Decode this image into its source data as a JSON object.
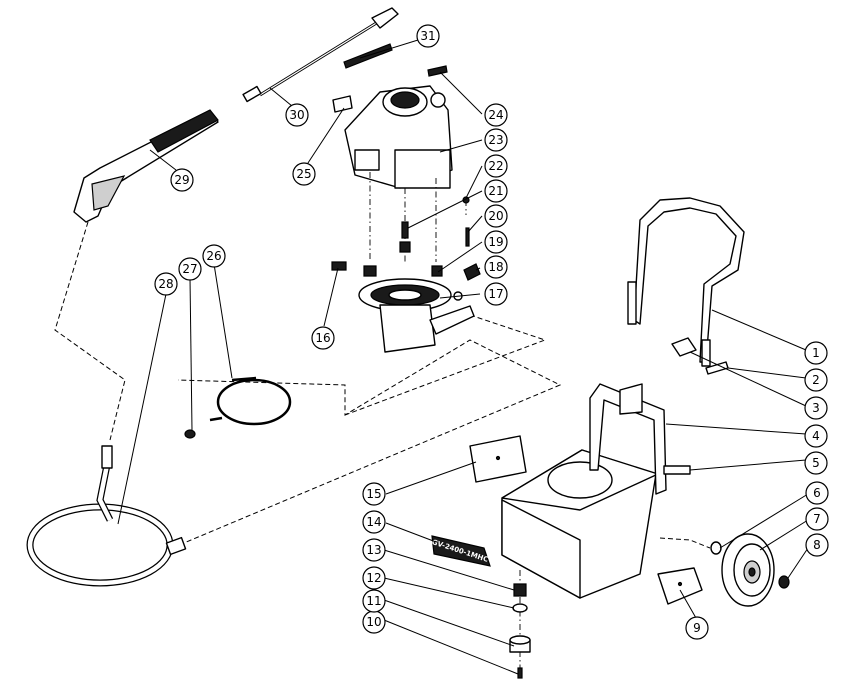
{
  "callouts": [
    "1",
    "2",
    "3",
    "4",
    "5",
    "6",
    "7",
    "8",
    "9",
    "10",
    "11",
    "12",
    "13",
    "14",
    "15",
    "16",
    "17",
    "18",
    "19",
    "20",
    "21",
    "22",
    "23",
    "24",
    "25",
    "26",
    "27",
    "28",
    "29",
    "30",
    "31"
  ],
  "decal_14_text": "GV-2400-1MHC"
}
